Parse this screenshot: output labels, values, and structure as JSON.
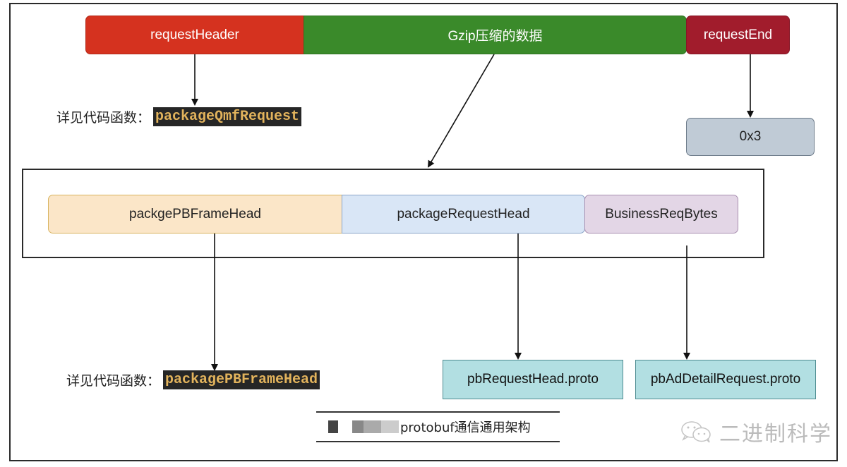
{
  "diagram": {
    "top_row": {
      "request_header": "requestHeader",
      "gzip_data": "Gzip压缩的数据",
      "request_end": "requestEnd"
    },
    "request_end_value": "0x3",
    "ref_header": {
      "label": "详见代码函数：",
      "function": "packageQmfRequest"
    },
    "inner_row": {
      "frame_head": "packgePBFrameHead",
      "request_head": "packageRequestHead",
      "business_bytes": "BusinessReqBytes"
    },
    "ref_frame_head": {
      "label": "详见代码函数：",
      "function": "packagePBFrameHead"
    },
    "protos": {
      "request_head_proto": "pbRequestHead.proto",
      "ad_detail_proto": "pbAdDetailRequest.proto"
    },
    "caption": "protobuf通信通用架构",
    "watermark": "二进制科学",
    "colors": {
      "header_red": "#d5321f",
      "gzip_green": "#3a8a2a",
      "end_darkred": "#a11c2c",
      "end_value_gray": "#c0cbd6",
      "frame_head_orange": "#fbe6c8",
      "request_head_blue": "#d9e6f6",
      "business_purple": "#e3d6e6",
      "proto_teal": "#b2dfe2",
      "code_bg": "#262626",
      "code_fg": "#e2b35c"
    }
  }
}
